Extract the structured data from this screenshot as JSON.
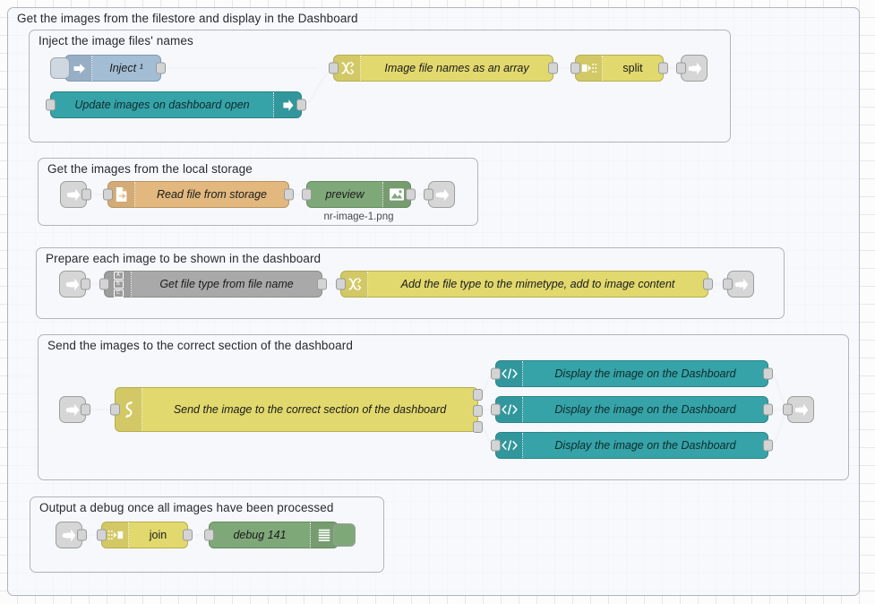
{
  "app": {
    "name": "Node-RED flow editor canvas"
  },
  "groups": [
    {
      "label": "Get the images from the filestore and display in the Dashboard"
    },
    {
      "label": "Inject the image files' names"
    },
    {
      "label": "Get the images from the local storage"
    },
    {
      "label": "Prepare each image to be shown in the dashboard"
    },
    {
      "label": "Send the images to the correct section of the dashboard"
    },
    {
      "label": "Output a debug once all images have been processed"
    }
  ],
  "nodes": {
    "inject": {
      "label": "Inject ¹",
      "icon": "inject-arrow-icon",
      "color": "#a3bdd4"
    },
    "update_images": {
      "label": "Update images on dashboard open",
      "icon": "link-out-arrow-icon",
      "color": "#36a3a8"
    },
    "image_file_names": {
      "label": "Image file names as an array",
      "icon": "function-icon",
      "color": "#e2d96e"
    },
    "split": {
      "label": "split",
      "icon": "split-icon",
      "color": "#e2d96e"
    },
    "link_out_1": {
      "label": "",
      "icon": "link-out-icon",
      "color": "#d6d6d6"
    },
    "link_in_2": {
      "label": "",
      "icon": "link-in-icon",
      "color": "#d6d6d6"
    },
    "read_file": {
      "label": "Read file from storage",
      "icon": "file-in-icon",
      "color": "#e2b87f"
    },
    "preview": {
      "label": "preview",
      "icon": "image-icon",
      "color": "#7fa879",
      "footer": "nr-image-1.png"
    },
    "link_out_2": {
      "label": "",
      "icon": "link-out-icon",
      "color": "#d6d6d6"
    },
    "link_in_3": {
      "label": "",
      "icon": "link-in-icon",
      "color": "#d6d6d6"
    },
    "get_file_type": {
      "label": "Get file type from file name",
      "icon": "abc-change-icon",
      "color": "#a9a9a9"
    },
    "add_mimetype": {
      "label": "Add the file type to the mimetype, add to image content",
      "icon": "function-icon",
      "color": "#e2d96e"
    },
    "link_out_3": {
      "label": "",
      "icon": "link-out-icon",
      "color": "#d6d6d6"
    },
    "link_in_4": {
      "label": "",
      "icon": "link-in-icon",
      "color": "#d6d6d6"
    },
    "switch_node": {
      "label": "Send the image to the correct section of the dashboard",
      "icon": "switch-icon",
      "color": "#e2d96e"
    },
    "template_1": {
      "label": "Display the image on the Dashboard",
      "icon": "template-code-icon",
      "color": "#36a3a8"
    },
    "template_2": {
      "label": "Display the image on the Dashboard",
      "icon": "template-code-icon",
      "color": "#36a3a8"
    },
    "template_3": {
      "label": "Display the image on the Dashboard",
      "icon": "template-code-icon",
      "color": "#36a3a8"
    },
    "link_out_4": {
      "label": "",
      "icon": "link-out-icon",
      "color": "#d6d6d6"
    },
    "link_in_5": {
      "label": "",
      "icon": "link-in-icon",
      "color": "#d6d6d6"
    },
    "join": {
      "label": "join",
      "icon": "join-icon",
      "color": "#e2d96e"
    },
    "debug": {
      "label": "debug 141",
      "icon": "debug-lines-icon",
      "color": "#7fa879"
    }
  },
  "colors": {
    "canvas_bg": "#fcfcfc",
    "grid_line": "#a0a0b4",
    "group_border": "#b3b3bd",
    "wire": "#9a9a9a",
    "yellow": "#e2d96e",
    "teal": "#36a3a8",
    "green": "#7fa879",
    "orange": "#e2b87f",
    "grey": "#a9a9a9",
    "blue": "#a3bdd4",
    "link": "#d6d6d6"
  }
}
